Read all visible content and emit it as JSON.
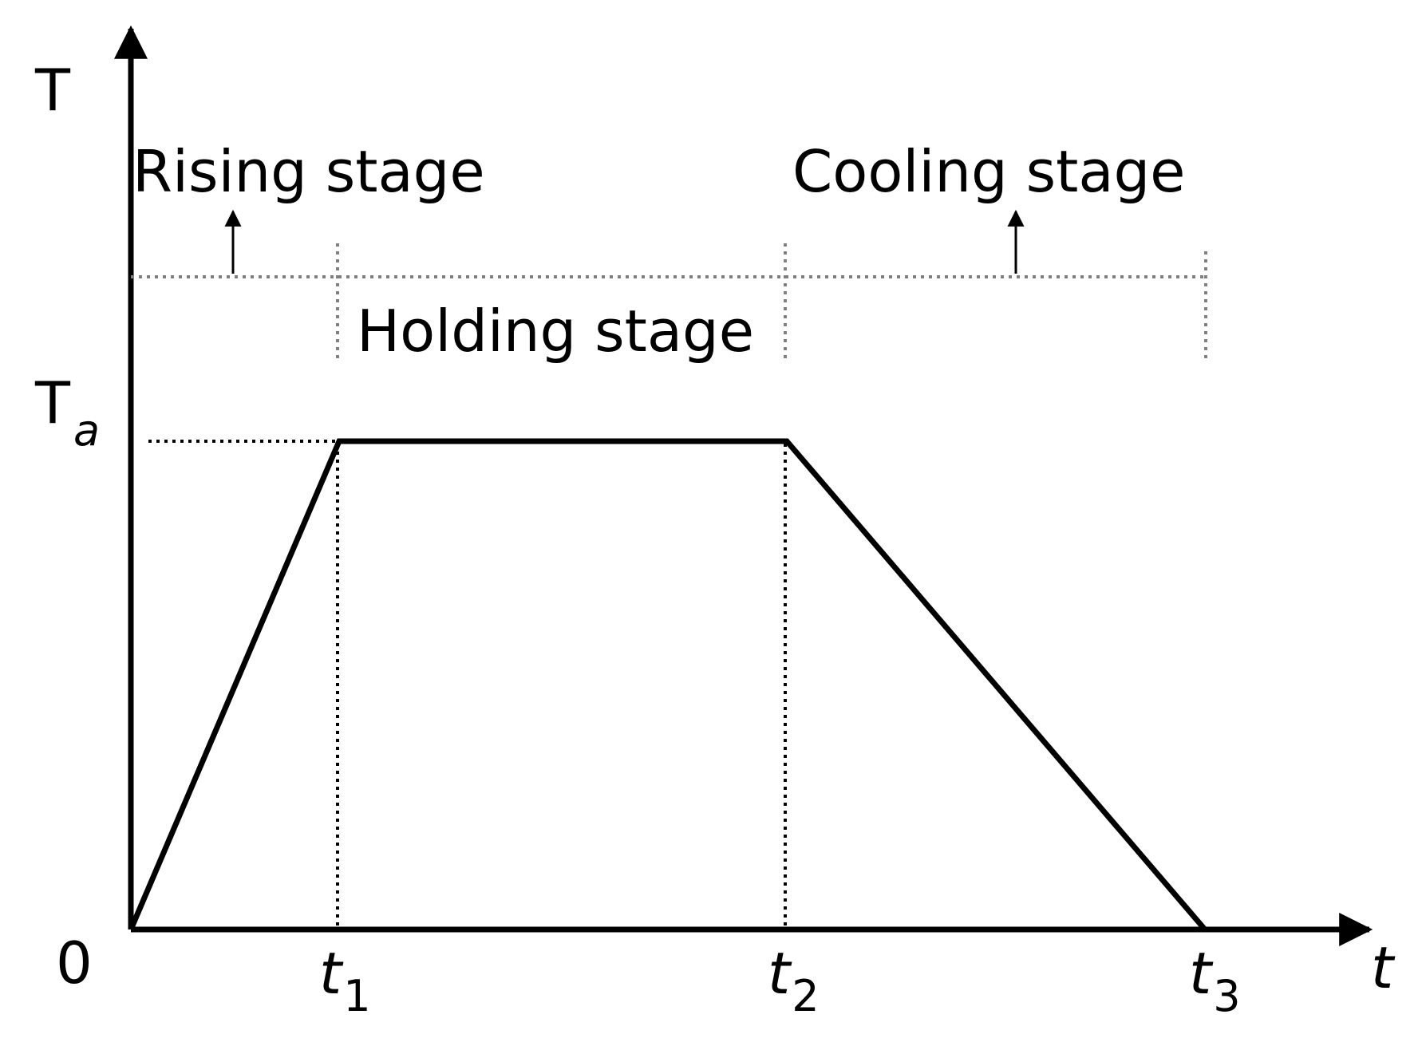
{
  "axes": {
    "y_label": "T",
    "y_peak_label": "T",
    "y_peak_subscript": "a",
    "origin_label": "0",
    "x_label": "t"
  },
  "ticks": [
    {
      "main": "t",
      "sub": "1"
    },
    {
      "main": "t",
      "sub": "2"
    },
    {
      "main": "t",
      "sub": "3"
    }
  ],
  "stages": {
    "rising": "Rising stage",
    "holding": "Holding stage",
    "cooling": "Cooling stage"
  },
  "colors": {
    "line": "#000000",
    "dotted": "#808080",
    "background": "#ffffff"
  }
}
